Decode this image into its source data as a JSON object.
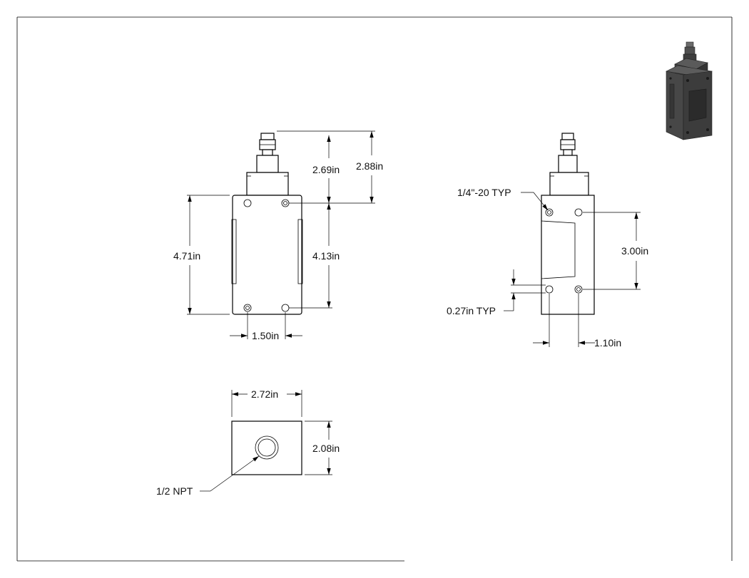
{
  "dimensions": {
    "front_top_inner": "2.69in",
    "front_top_outer": "2.88in",
    "front_height_left": "4.71in",
    "front_height_right": "4.13in",
    "front_width_bottom": "1.50in",
    "side_hole_spacing": "3.00in",
    "side_width_bottom": "1.10in",
    "bottom_width": "2.72in",
    "bottom_height": "2.08in"
  },
  "callouts": {
    "tapped_holes": "1/4\"-20 TYP",
    "edge_distance": "0.27in TYP",
    "port": "1/2 NPT"
  },
  "colors": {
    "line": "#000000",
    "iso_body": "#4a4a4a",
    "iso_dark": "#2e2e2e"
  }
}
